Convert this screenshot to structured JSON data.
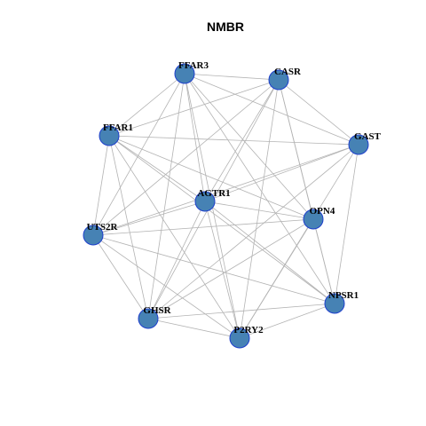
{
  "graph": {
    "title": "NMBR",
    "colors": {
      "node_fill": "#4682B4",
      "node_stroke": "#1E3FCC",
      "edge": "#B3B3B3",
      "label": "#000000",
      "background": "#FFFFFF"
    },
    "nodes": [
      {
        "id": "FFAR3",
        "label": "FFAR3"
      },
      {
        "id": "CASR",
        "label": "CASR"
      },
      {
        "id": "FFAR1",
        "label": "FFAR1"
      },
      {
        "id": "GAST",
        "label": "GAST"
      },
      {
        "id": "AGTR1",
        "label": "AGTR1"
      },
      {
        "id": "OPN4",
        "label": "OPN4"
      },
      {
        "id": "UTS2R",
        "label": "UTS2R"
      },
      {
        "id": "NPSR1",
        "label": "NPSR1"
      },
      {
        "id": "GHSR",
        "label": "GHSR"
      },
      {
        "id": "P2RY2",
        "label": "P2RY2"
      }
    ],
    "edges": [
      [
        "FFAR3",
        "CASR"
      ],
      [
        "FFAR3",
        "FFAR1"
      ],
      [
        "FFAR3",
        "GAST"
      ],
      [
        "FFAR3",
        "AGTR1"
      ],
      [
        "FFAR3",
        "OPN4"
      ],
      [
        "FFAR3",
        "UTS2R"
      ],
      [
        "FFAR3",
        "NPSR1"
      ],
      [
        "FFAR3",
        "GHSR"
      ],
      [
        "FFAR3",
        "P2RY2"
      ],
      [
        "CASR",
        "FFAR1"
      ],
      [
        "CASR",
        "GAST"
      ],
      [
        "CASR",
        "AGTR1"
      ],
      [
        "CASR",
        "OPN4"
      ],
      [
        "CASR",
        "UTS2R"
      ],
      [
        "CASR",
        "NPSR1"
      ],
      [
        "CASR",
        "GHSR"
      ],
      [
        "CASR",
        "P2RY2"
      ],
      [
        "FFAR1",
        "GAST"
      ],
      [
        "FFAR1",
        "AGTR1"
      ],
      [
        "FFAR1",
        "OPN4"
      ],
      [
        "FFAR1",
        "UTS2R"
      ],
      [
        "FFAR1",
        "NPSR1"
      ],
      [
        "FFAR1",
        "GHSR"
      ],
      [
        "FFAR1",
        "P2RY2"
      ],
      [
        "GAST",
        "AGTR1"
      ],
      [
        "GAST",
        "UTS2R"
      ],
      [
        "GAST",
        "NPSR1"
      ],
      [
        "GAST",
        "GHSR"
      ],
      [
        "GAST",
        "P2RY2"
      ],
      [
        "AGTR1",
        "OPN4"
      ],
      [
        "AGTR1",
        "UTS2R"
      ],
      [
        "AGTR1",
        "NPSR1"
      ],
      [
        "AGTR1",
        "GHSR"
      ],
      [
        "AGTR1",
        "P2RY2"
      ],
      [
        "OPN4",
        "UTS2R"
      ],
      [
        "OPN4",
        "GHSR"
      ],
      [
        "OPN4",
        "P2RY2"
      ],
      [
        "OPN4",
        "NPSR1"
      ],
      [
        "UTS2R",
        "NPSR1"
      ],
      [
        "UTS2R",
        "GHSR"
      ],
      [
        "UTS2R",
        "P2RY2"
      ],
      [
        "NPSR1",
        "GHSR"
      ],
      [
        "NPSR1",
        "P2RY2"
      ],
      [
        "GHSR",
        "P2RY2"
      ]
    ]
  }
}
